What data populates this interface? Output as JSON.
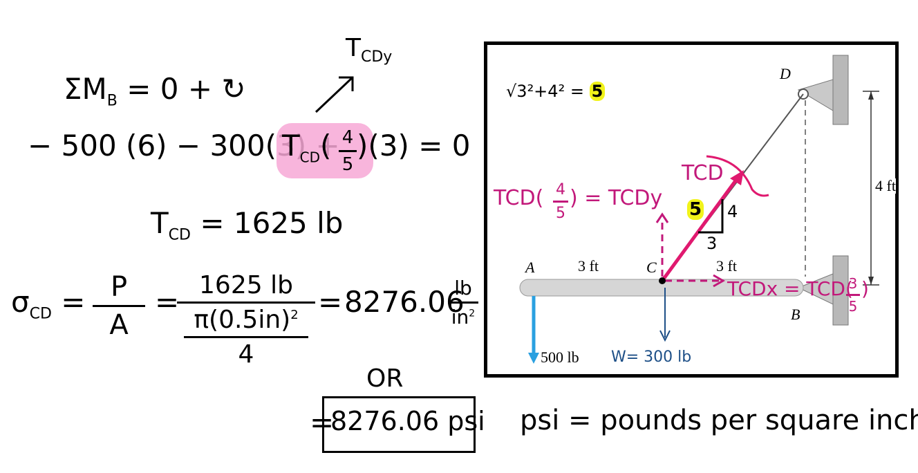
{
  "equations": {
    "moment_sum": "ΣM",
    "moment_sub": "B",
    "moment_rest": "= 0  +",
    "moment_arrow_glyph": "↻",
    "tcdy_label": "T",
    "tcdy_sub": "CDy",
    "moment_eq_left": "− 500 (6) − 300(3) +",
    "tcd_sym": "T",
    "tcd_sub": "CD",
    "frac_num": "4",
    "frac_den": "5",
    "moment_eq_right": "(3) = 0",
    "tcd_result_sym": "T",
    "tcd_result_sub": "CD",
    "tcd_result_val": "= 1625 lb",
    "sigma_sym": "σ",
    "sigma_sub": "CD",
    "sigma_eq": "=",
    "p_label": "P",
    "a_label": "A",
    "eq2": "=",
    "num_1625": "1625 lb",
    "den_pi": "π(0.5in)",
    "den_exp": "2",
    "den_4": "4",
    "eq3": "=",
    "stress_val": "8276.06",
    "stress_unit_num": "lb",
    "stress_unit_den": "in",
    "stress_unit_exp": "2",
    "or_label": "OR",
    "psi_eq": "=",
    "psi_boxed": "8276.06 psi",
    "psi_def": "psi = pounds per square inch"
  },
  "diagram": {
    "pythag": "√3²+4² =",
    "pythag_result": "5",
    "label_d": "D",
    "label_a": "A",
    "label_c": "C",
    "label_b": "B",
    "dim_3ft_left": "3 ft",
    "dim_3ft_right": "3 ft",
    "dim_4ft": "4 ft",
    "load_500": "500 lb",
    "weight_label": "W= 300 lb",
    "tcd_label": "TCD",
    "tri_hyp": "5",
    "tri_vert": "4",
    "tri_horiz": "3",
    "tcdy_expr_left": "TCD(",
    "tcdy_expr_num": "4",
    "tcdy_expr_den": "5",
    "tcdy_expr_right": ") = TCDy",
    "tcdx_expr": "TCDx = TCD(",
    "tcdx_num": "3",
    "tcdx_den": "5",
    "tcdx_close": ")",
    "colors": {
      "magenta": "#c2187a",
      "navy": "#1d4f87",
      "blue": "#2aa0e0",
      "yellow": "#f1f31a",
      "pink_highlight": "#f7a8d6"
    }
  }
}
